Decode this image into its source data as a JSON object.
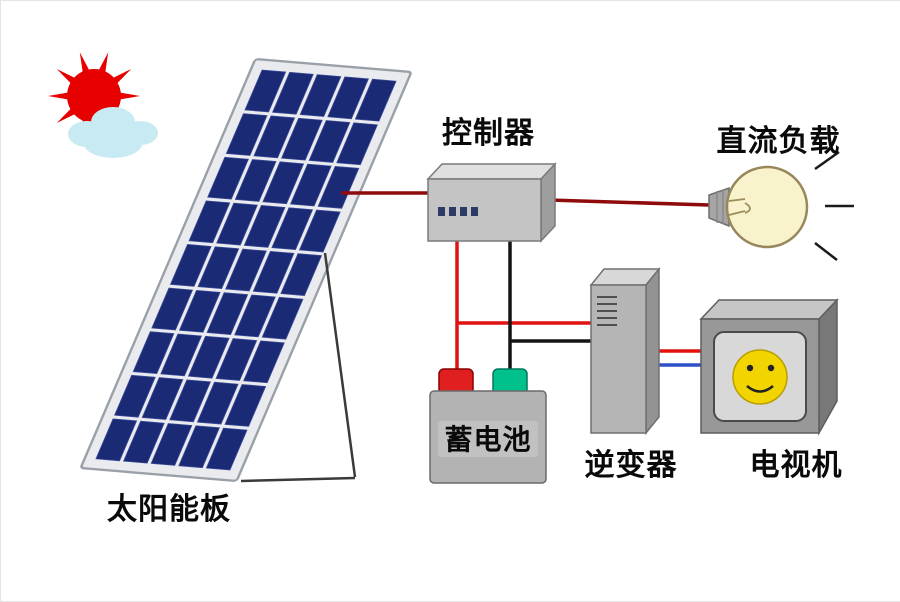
{
  "diagram": {
    "labels": {
      "solar_panel": "太阳能板",
      "controller": "控制器",
      "dc_load": "直流负载",
      "battery": "蓄电池",
      "inverter": "逆变器",
      "tv": "电视机"
    },
    "colors": {
      "panel_cell": "#1b2a74",
      "panel_frame": "#e9ebee",
      "wire_dark_red": "#8f0a0a",
      "wire_red": "#e01212",
      "wire_black": "#141414",
      "wire_blue": "#2b50c8",
      "sun_red": "#e60000",
      "cloud_blue": "#c8ebf3",
      "bulb_yellow": "#f8f3cd",
      "bulb_outline": "#97875a",
      "terminal_red": "#e02020",
      "terminal_green": "#00c08b",
      "smiley_yellow": "#f2d500"
    },
    "panel_grid": {
      "cols": 5,
      "rows": 9
    }
  }
}
